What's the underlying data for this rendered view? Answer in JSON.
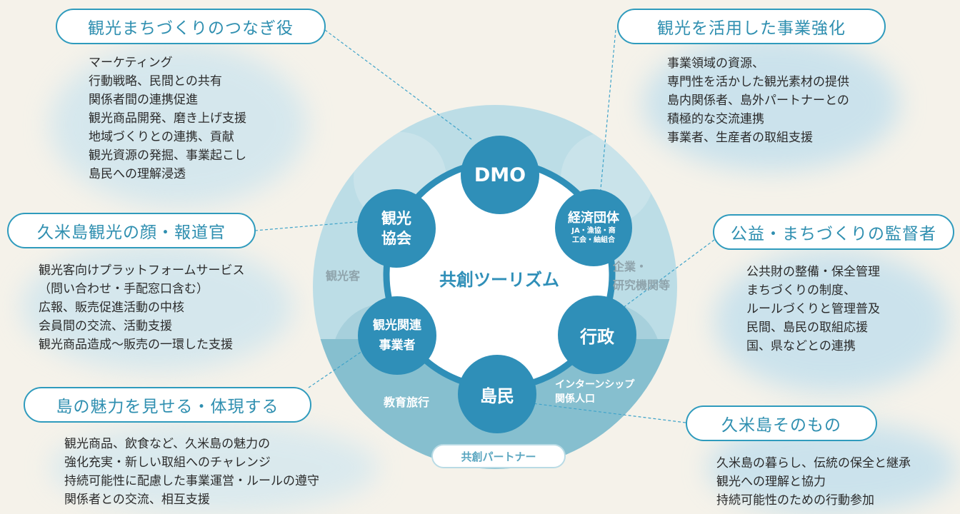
{
  "center": {
    "title": "共創ツーリズム"
  },
  "ring_labels": {
    "left": "観光客",
    "right_line1": "企業・",
    "right_line2": "研究機関等",
    "bottom_left": "教育旅行",
    "bottom_right_line1": "インターンシップ",
    "bottom_right_line2": "関係人口",
    "partner": "共創パートナー"
  },
  "nodes": {
    "dmo": "DMO",
    "kanko_kyokai_line1": "観光",
    "kanko_kyokai_line2": "協会",
    "keizai_line1": "経済団体",
    "keizai_sub1": "JA・漁協・商",
    "keizai_sub2": "工会・紬組合",
    "kanren_line1": "観光関連",
    "kanren_line2": "事業者",
    "gyosei": "行政",
    "tomin": "島民"
  },
  "roles": [
    {
      "title": "観光まちづくりのつなぎ役",
      "items": [
        "マーケティング",
        "行動戦略、民間との共有",
        "関係者間の連携促進",
        "観光商品開発、磨き上げ支援",
        "地域づくりとの連携、貢献",
        "観光資源の発掘、事業起こし",
        "島民への理解浸透"
      ]
    },
    {
      "title": "観光を活用した事業強化",
      "items": [
        "事業領域の資源、",
        "専門性を活かした観光素材の提供",
        "島内関係者、島外パートナーとの",
        "積極的な交流連携",
        "事業者、生産者の取組支援"
      ]
    },
    {
      "title": "久米島観光の顔・報道官",
      "items": [
        "観光客向けプラットフォームサービス",
        "（問い合わせ・手配窓口含む）",
        "広報、販売促進活動の中核",
        "会員間の交流、活動支援",
        "観光商品造成～販売の一環した支援"
      ]
    },
    {
      "title": "公益・まちづくりの監督者",
      "items": [
        "公共財の整備・保全管理",
        "まちづくりの制度、",
        "ルールづくりと管理普及",
        "民間、島民の取組応援",
        "国、県などとの連携"
      ]
    },
    {
      "title": "島の魅力を見せる・体現する",
      "items": [
        "観光商品、飲食など、久米島の魅力の",
        "強化充実・新しい取組へのチャレンジ",
        "持続可能性に配慮した事業運営・ルールの遵守",
        "関係者との交流、相互支援"
      ]
    },
    {
      "title": "久米島そのもの",
      "items": [
        "久米島の暮らし、伝統の保全と継承",
        "観光への理解と協力",
        "持続可能性のための行動参加"
      ]
    }
  ]
}
